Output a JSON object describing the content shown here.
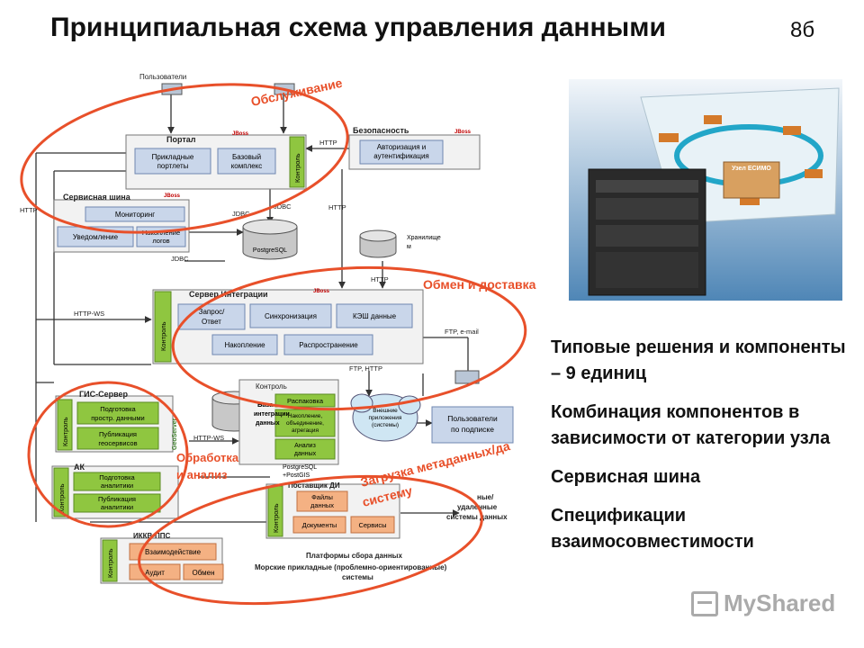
{
  "header": {
    "title": "Принципиальная схема управления данными",
    "slide_number": "8б"
  },
  "diagram": {
    "users_top": "Пользователи",
    "portal": {
      "title": "Портал",
      "b1": [
        "Прикладные",
        "портлеты"
      ],
      "b2": [
        "Базовый",
        "комплекс"
      ]
    },
    "control": "Контроль",
    "security": {
      "title": "Безопасность",
      "b1": [
        "Авторизация и",
        "аутентификация"
      ]
    },
    "service_bus": {
      "title": "Сервисная шина",
      "b1": "Мониторинг",
      "b2": "Уведомление",
      "b3": [
        "Накопление",
        "логов"
      ]
    },
    "postgres": "PostgreSQL",
    "storage": [
      "Хранилище",
      "м"
    ],
    "integration": {
      "title": "Сервер Интеграции",
      "b1": [
        "Запрос/",
        "Ответ"
      ],
      "b2": "Синхронизация",
      "b3": "КЭШ данные",
      "b4": "Накопление",
      "b5": "Распространение"
    },
    "jboss": "JBoss",
    "gis": {
      "title": "ГИС-Сервер",
      "b1": [
        "Подготовка",
        "простр. данными"
      ],
      "b2": [
        "Публикация",
        "геосервисов"
      ]
    },
    "geoserver": "GeoServer",
    "ak": {
      "title": "АК",
      "b1": [
        "Подготовка",
        "аналитики"
      ],
      "b2": [
        "Публикация",
        "аналитики"
      ]
    },
    "control_box": {
      "title": "Контроль",
      "b1": "Распаковка",
      "b2": [
        "Накопление,",
        "объединение,",
        "агрегация"
      ],
      "b3": [
        "Анализ",
        "данных"
      ]
    },
    "db_integ": [
      "База",
      "интеграции",
      "данных"
    ],
    "postgresql_gis": [
      "PostgreSQL",
      "+PostGIS"
    ],
    "external_apps": [
      "Внешние",
      "приложения",
      "(системы)"
    ],
    "subscribers": [
      "Пользователи",
      "по подписке"
    ],
    "supplier": {
      "title": "Поставщик ДИ",
      "b1": [
        "Файлы",
        "данных"
      ],
      "b2": "Документы",
      "b3": "Сервисы"
    },
    "remote_systems": [
      "ные/",
      "удаленные",
      "системы данных"
    ],
    "ikkv": {
      "title": "ИККВ-ППС",
      "b1": "Взаимодействие",
      "b2": "Аудит",
      "b3": "Обмен"
    },
    "bottom_caption": [
      "Платформы сбора данных",
      "Морские прикладные (проблемно-ориентированные)",
      "системы"
    ],
    "labels": {
      "http": "HTTP",
      "jdbc": "JDBC",
      "http_ws": "HTTP-WS",
      "ftp_email": "FTP, e-mail",
      "ftp_http": "FTP, HTTP"
    },
    "ovals": {
      "service": "Обслуживание",
      "exchange": "Обмен и доставка",
      "processing": [
        "Обработка",
        "и анализ"
      ],
      "metadata": [
        "Загрузка метаданных/да",
        "систему"
      ]
    }
  },
  "photo": {
    "node_label": "Узел ЕСИМО"
  },
  "bullets": [
    "Типовые решения и компоненты – 9 единиц",
    "Комбинация компонентов в зависимости от категории узла",
    "Сервисная шина",
    "Спецификации взаимосовместимости"
  ],
  "watermark": "MyShared",
  "colors": {
    "oval": "#e8502a",
    "green_box": "#8fc640",
    "blue_box": "#c9d6ea",
    "orange_box": "#f4b183"
  }
}
